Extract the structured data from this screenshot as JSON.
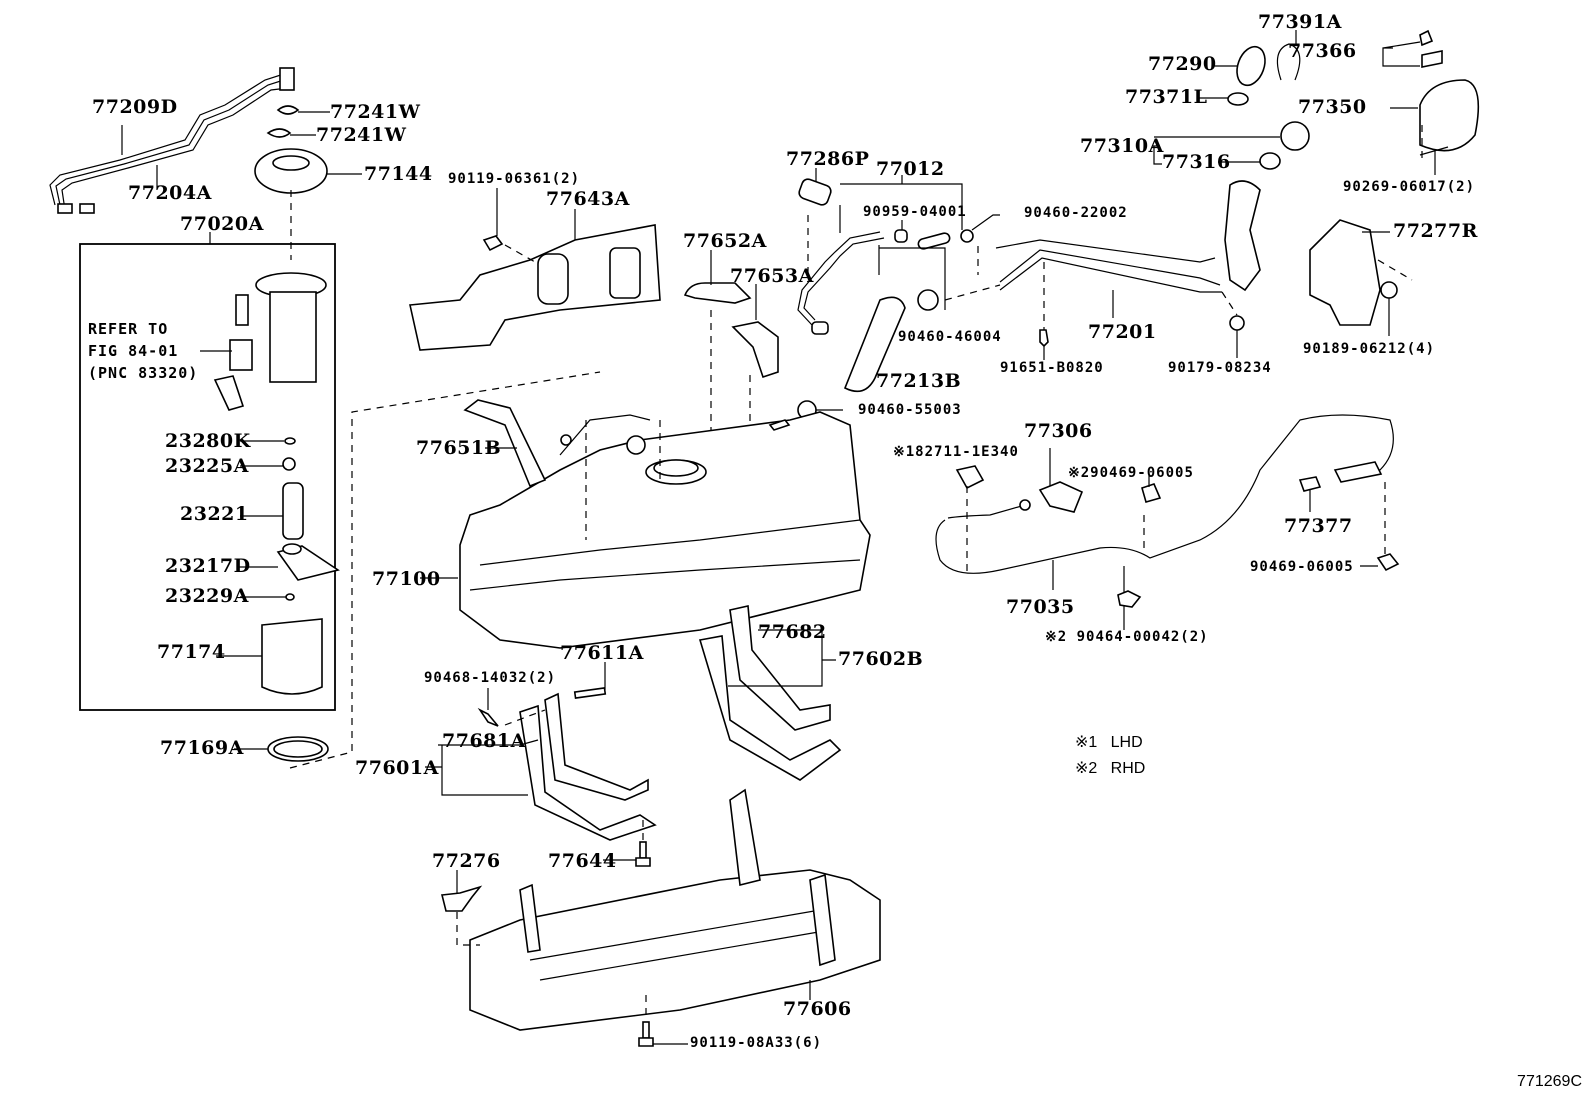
{
  "figure_id": "771269C",
  "assembly_group": {
    "label": "77020A",
    "refer_note": [
      "REFER TO",
      "FIG 84-01",
      "(PNC 83320)"
    ]
  },
  "legend": [
    {
      "mark": "※1",
      "text": "LHD"
    },
    {
      "mark": "※2",
      "text": "RHD"
    }
  ],
  "parts": {
    "p77209D": "77209D",
    "p77204A": "77204A",
    "p77241W_a": "77241W",
    "p77241W_b": "77241W",
    "p77144": "77144",
    "p77020A": "77020A",
    "p23280K": "23280K",
    "p23225A": "23225A",
    "p23221": "23221",
    "p23217D": "23217D",
    "p23229A": "23229A",
    "p77174": "77174",
    "p77169A": "77169A",
    "p90119_06361": "90119-06361(2)",
    "p77643A": "77643A",
    "p77652A": "77652A",
    "p77653A": "77653A",
    "p77286P": "77286P",
    "p77012": "77012",
    "p90959_04001": "90959-04001",
    "p90460_22002": "90460-22002",
    "p90460_46004": "90460-46004",
    "p77213B": "77213B",
    "p90460_55003": "90460-55003",
    "p91651_B0820": "91651-B0820",
    "p77201": "77201",
    "p90179_08234": "90179-08234",
    "p77391A": "77391A",
    "p77290": "77290",
    "p77366": "77366",
    "p77371L": "77371L",
    "p77350": "77350",
    "p77310A": "77310A",
    "p77316": "77316",
    "p90269_06017": "90269-06017(2)",
    "p77277R": "77277R",
    "p90189_06212": "90189-06212(4)",
    "p77651B": "77651B",
    "p77100": "77100",
    "p82711_1E340": "※182711-1E340",
    "p77306": "77306",
    "p90469_06005_a": "※290469-06005",
    "p77377": "77377",
    "p90469_06005_b": "90469-06005",
    "p77035": "77035",
    "p90464_00042": "※2 90464-00042(2)",
    "p77611A": "77611A",
    "p90468_14032": "90468-14032(2)",
    "p77681A": "77681A",
    "p77601A": "77601A",
    "p77682": "77682",
    "p77602B": "77602B",
    "p77276": "77276",
    "p77644": "77644",
    "p77606": "77606",
    "p90119_08A33": "90119-08A33(6)"
  }
}
